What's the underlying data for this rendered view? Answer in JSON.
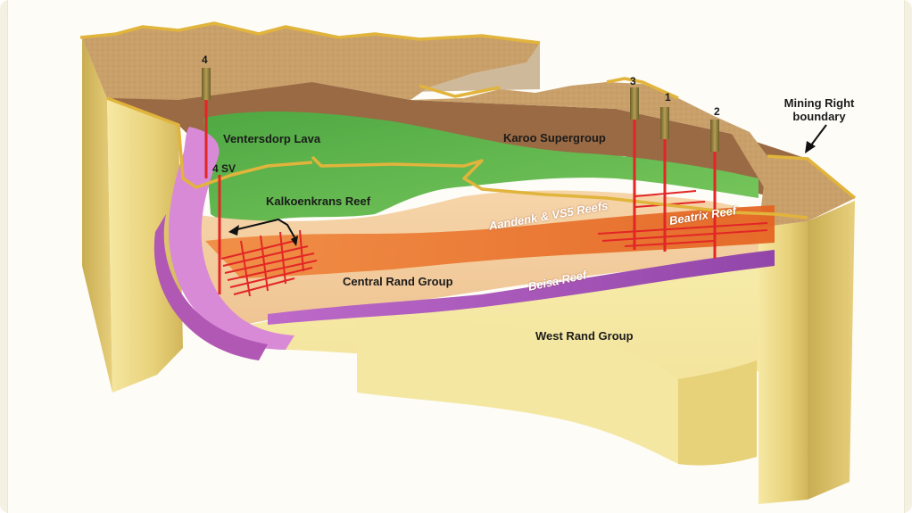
{
  "colors": {
    "surface": "#c8a06a",
    "surface_dark": "#a8834f",
    "gold_edge": "#e1b43c",
    "karoo": "#9a6a44",
    "lava": "#5cb54b",
    "central_rand": "#f2c89a",
    "west_rand": "#f1e39a",
    "wall": "#e8d27a",
    "wall_dark": "#c9ad52",
    "reef_orange": "#e86a2a",
    "beisa_purple": "#a553b8",
    "kalkoenkrans_pink": "#d98ad6",
    "shaft_red": "#e22626",
    "headframe": "#8a7a3a"
  },
  "labels": {
    "ventersdorp_lava": "Ventersdorp Lava",
    "karoo_supergroup": "Karoo Supergroup",
    "kalkoenkrans_reef": "Kalkoenkrans Reef",
    "shaft_4sv": "4 SV",
    "aandenk_vs5": "Aandenk & VS5 Reefs",
    "beatrix_reef": "Beatrix Reef",
    "central_rand_group": "Central Rand Group",
    "beisa_reef": "Beisa Reef",
    "west_rand_group": "West Rand Group",
    "mining_right_line1": "Mining Right",
    "mining_right_line2": "boundary"
  },
  "shafts": [
    {
      "number": "4"
    },
    {
      "number": "3"
    },
    {
      "number": "1"
    },
    {
      "number": "2"
    }
  ]
}
